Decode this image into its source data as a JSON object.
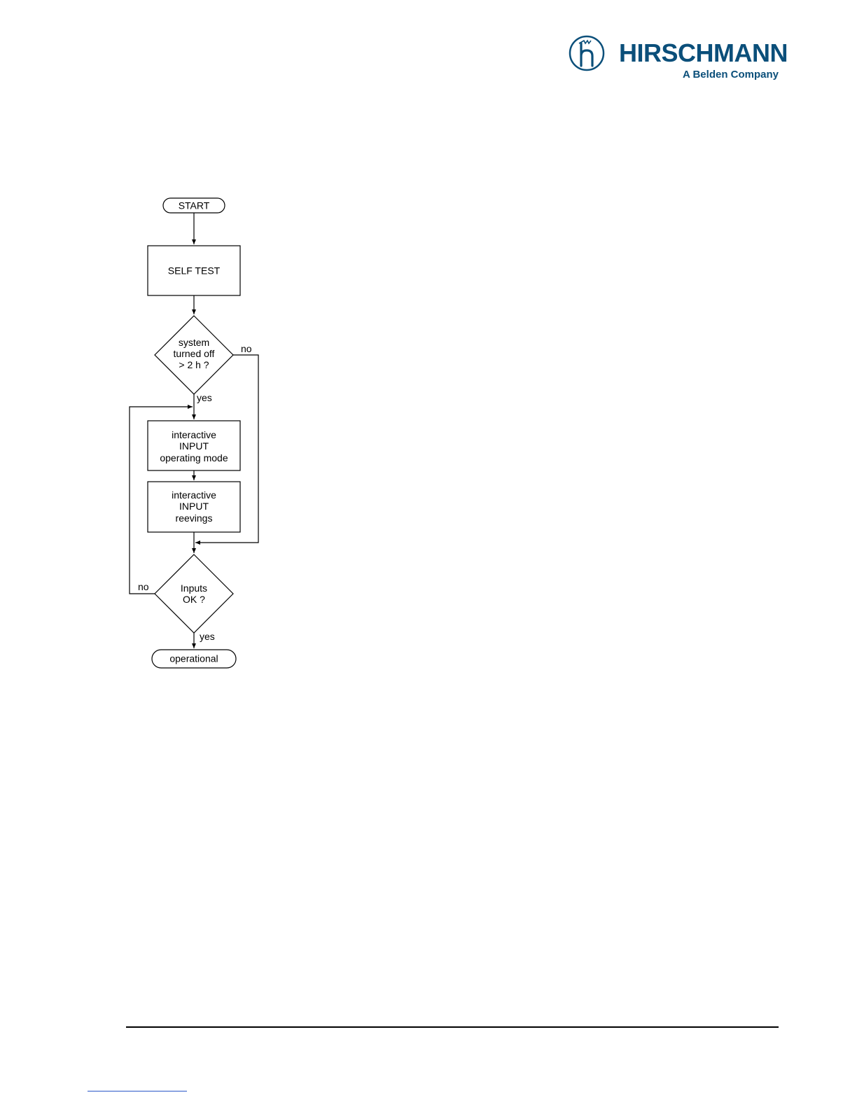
{
  "brand": {
    "name": "HIRSCHMANN",
    "tagline": "A Belden Company",
    "color": "#0b4f7a"
  },
  "flowchart": {
    "nodes": {
      "start": "START",
      "self_test": "SELF TEST",
      "decision_off": [
        "system",
        "turned off",
        "> 2 h ?"
      ],
      "input_mode": [
        "interactive",
        "INPUT",
        "operating mode"
      ],
      "input_reevings": [
        "interactive",
        "INPUT",
        "reevings"
      ],
      "decision_inputs": [
        "Inputs",
        "OK ?"
      ],
      "end": "operational"
    },
    "edge_labels": {
      "off_no": "no",
      "off_yes": "yes",
      "inputs_no": "no",
      "inputs_yes": "yes"
    }
  }
}
